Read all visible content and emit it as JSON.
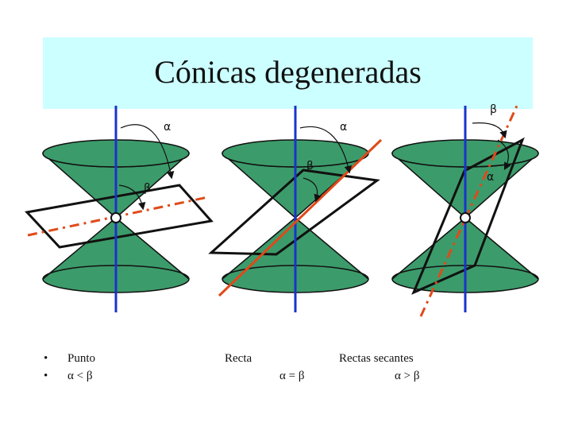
{
  "title": "Cónicas degeneradas",
  "colors": {
    "cone_fill": "#3c9b6a",
    "axis": "#1a33cc",
    "secant": "#e04a1a",
    "title_band": "#ccffff"
  },
  "panels": [
    {
      "name": "punto",
      "angle_labels": [
        "α",
        "β"
      ]
    },
    {
      "name": "recta",
      "angle_labels": [
        "α",
        "β"
      ]
    },
    {
      "name": "rectas-secantes",
      "angle_labels": [
        "β",
        "α"
      ]
    }
  ],
  "bullets": {
    "marker": "•",
    "row1": [
      "Punto",
      "Recta",
      "Rectas secantes"
    ],
    "row2": [
      "α < β",
      "α = β",
      "α > β"
    ]
  }
}
